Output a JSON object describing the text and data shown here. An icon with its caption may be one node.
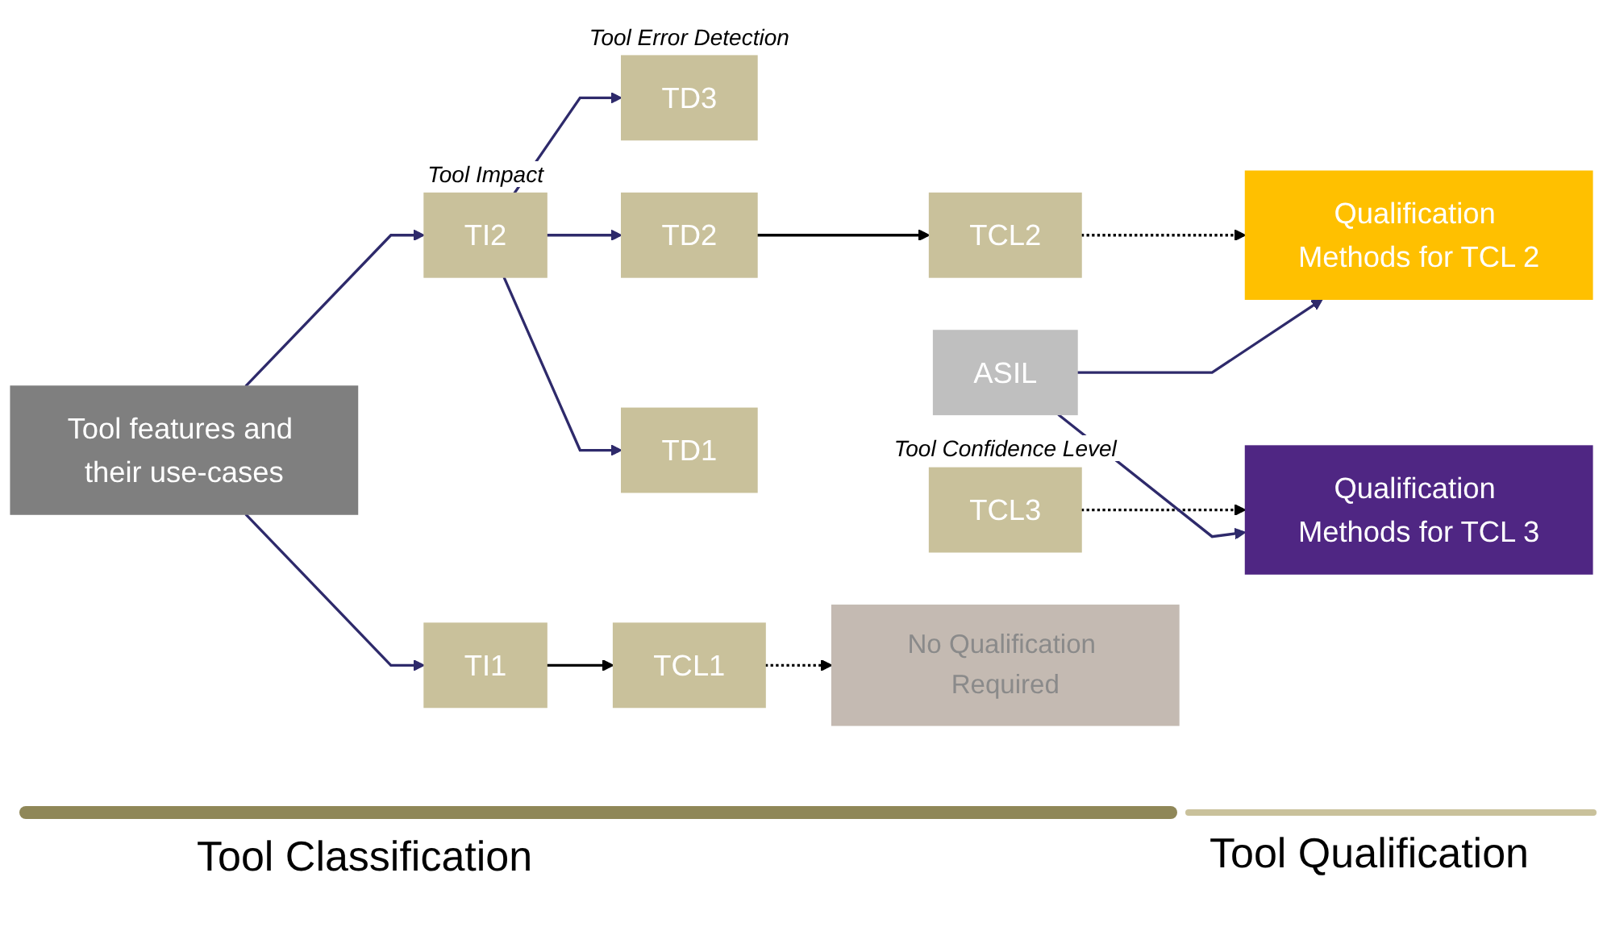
{
  "diagram": {
    "nodes": [
      {
        "text": [
          "Tool features and their use-cases"
        ]
      },
      {
        "text": [
          "TI2"
        ],
        "beside": [
          "Tool Impact"
        ]
      },
      {
        "text": [
          "TI1"
        ]
      },
      {
        "text": [
          "TD3"
        ],
        "beside": [
          "Tool Error Detection"
        ]
      },
      {
        "text": [
          "TD2"
        ]
      },
      {
        "text": [
          "TD1"
        ]
      },
      {
        "text": [
          "TCL3"
        ],
        "beside": [
          "Tool Confidence Level"
        ]
      },
      {
        "text": [
          "TCL2"
        ]
      },
      {
        "text": [
          "TCL1"
        ]
      },
      {
        "text": [
          "ASIL"
        ]
      },
      {
        "text": [
          "Qualification Methods for TCL 3"
        ]
      },
      {
        "text": [
          "Qualification Methods for TCL 2"
        ]
      },
      {
        "text": [
          "No Qualification Required"
        ]
      }
    ],
    "edges": [
      {
        "from": 0,
        "to": 1,
        "arrow": "to"
      },
      {
        "from": 0,
        "to": 2,
        "arrow": "to"
      },
      {
        "from": 1,
        "to": 3,
        "arrow": "to"
      },
      {
        "from": 1,
        "to": 4,
        "arrow": "to"
      },
      {
        "from": 1,
        "to": 5,
        "arrow": "to"
      },
      {
        "from": 4,
        "to": 7,
        "arrow": "to",
        "color": "#000000"
      },
      {
        "from": 2,
        "to": 8,
        "arrow": "to",
        "color": "#000000"
      },
      {
        "from": 6,
        "to": 10,
        "arrow": "to",
        "style": "dashed",
        "color": "#000000"
      },
      {
        "from": 7,
        "to": 11,
        "arrow": "to",
        "style": "dashed",
        "color": "#000000"
      },
      {
        "from": 8,
        "to": 12,
        "arrow": "to",
        "style": "dashed",
        "color": "#000000"
      },
      {
        "from": 9,
        "to": 10,
        "arrow": "to"
      },
      {
        "from": 9,
        "to": 11,
        "arrow": "to"
      }
    ],
    "labels": [
      "Tool Classification",
      "Tool Qualification"
    ]
  }
}
